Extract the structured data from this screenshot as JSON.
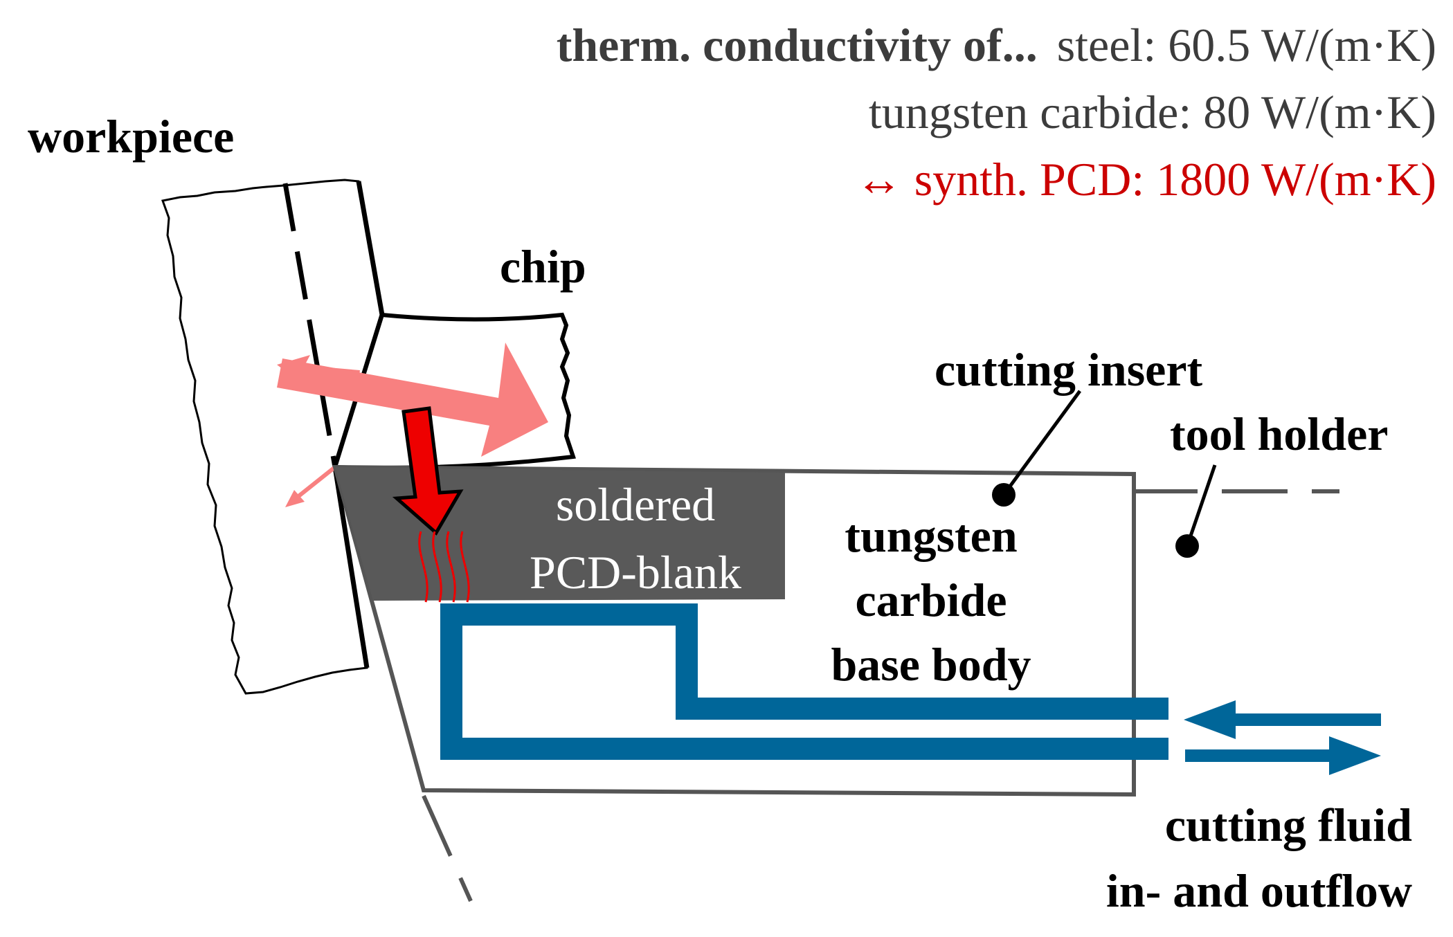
{
  "header": {
    "line1_prefix": "therm. conductivity of...",
    "line1_value": "steel: 60.5 W/(m·K)",
    "line2": "tungsten carbide: 80 W/(m·K)",
    "line3": "↔ synth. PCD: 1800 W/(m·K)"
  },
  "labels": {
    "workpiece": "workpiece",
    "chip": "chip",
    "cutting_insert": "cutting insert",
    "tool_holder": "tool holder",
    "soldered_line1": "soldered",
    "soldered_line2": "PCD-blank",
    "base_line1": "tungsten",
    "base_line2": "carbide",
    "base_line3": "base body",
    "fluid_line1": "cutting fluid",
    "fluid_line2": "in- and outflow"
  },
  "colors": {
    "heat_light": "#f88080",
    "heat_strong": "#ee0000",
    "pcd_blank": "#595959",
    "coolant": "#006699",
    "header_text": "#3c3c3c",
    "highlight_text": "#cc0000"
  }
}
